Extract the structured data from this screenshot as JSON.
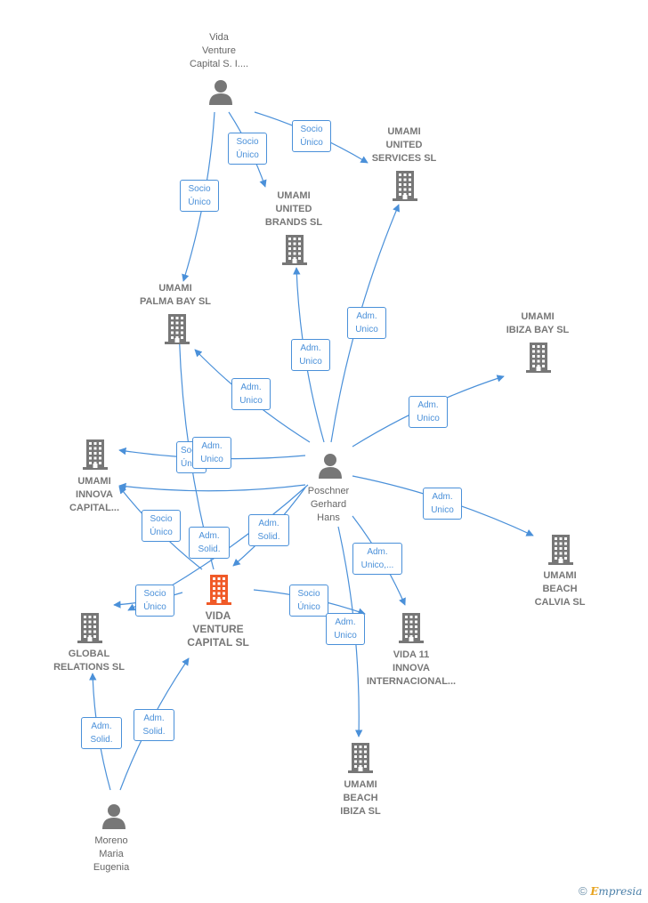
{
  "nodes": {
    "vida_venture_capital_si": {
      "lines": [
        "Vida",
        "Venture",
        "Capital S. I...."
      ],
      "type": "person"
    },
    "umami_united_services": {
      "lines": [
        "UMAMI",
        "UNITED",
        "SERVICES  SL"
      ],
      "type": "company"
    },
    "umami_united_brands": {
      "lines": [
        "UMAMI",
        "UNITED",
        "BRANDS  SL"
      ],
      "type": "company"
    },
    "umami_palma_bay": {
      "lines": [
        "UMAMI",
        "PALMA BAY  SL"
      ],
      "type": "company"
    },
    "umami_ibiza_bay": {
      "lines": [
        "UMAMI",
        "IBIZA BAY  SL"
      ],
      "type": "company"
    },
    "umami_innova_capital": {
      "lines": [
        "UMAMI",
        "INNOVA",
        "CAPITAL..."
      ],
      "type": "company"
    },
    "poschner_gerhard_hans": {
      "lines": [
        "Poschner",
        "Gerhard",
        "Hans"
      ],
      "type": "person"
    },
    "umami_beach_calvia": {
      "lines": [
        "UMAMI",
        "BEACH",
        "CALVIA  SL"
      ],
      "type": "company"
    },
    "vida_venture_capital_sl": {
      "lines": [
        "VIDA",
        "VENTURE",
        "CAPITAL  SL"
      ],
      "type": "main"
    },
    "global_relations": {
      "lines": [
        "GLOBAL",
        "RELATIONS  SL"
      ],
      "type": "company"
    },
    "vida_11_innova": {
      "lines": [
        "VIDA 11",
        "INNOVA",
        "INTERNACIONAL..."
      ],
      "type": "company"
    },
    "umami_beach_ibiza": {
      "lines": [
        "UMAMI",
        "BEACH",
        "IBIZA  SL"
      ],
      "type": "company"
    },
    "moreno_maria_eugenia": {
      "lines": [
        "Moreno",
        "Maria",
        "Eugenia"
      ],
      "type": "person"
    }
  },
  "edge_labels": [
    {
      "lines": [
        "Socio",
        "Único"
      ]
    },
    {
      "lines": [
        "Socio",
        "Único"
      ]
    },
    {
      "lines": [
        "Socio",
        "Único"
      ]
    },
    {
      "lines": [
        "Adm.",
        "Unico"
      ]
    },
    {
      "lines": [
        "Adm.",
        "Unico"
      ]
    },
    {
      "lines": [
        "Adm.",
        "Unico"
      ]
    },
    {
      "lines": [
        "Adm.",
        "Unico"
      ]
    },
    {
      "lines": [
        "Socio",
        "Único"
      ]
    },
    {
      "lines": [
        "Adm.",
        "Unico"
      ]
    },
    {
      "lines": [
        "Socio",
        "Único"
      ]
    },
    {
      "lines": [
        "Adm.",
        "Solid."
      ]
    },
    {
      "lines": [
        "Adm.",
        "Solid."
      ]
    },
    {
      "lines": [
        "Adm.",
        "Unico"
      ]
    },
    {
      "lines": [
        "Adm.",
        "Unico,..."
      ]
    },
    {
      "lines": [
        "Socio",
        "Único"
      ]
    },
    {
      "lines": [
        "Socio",
        "Único"
      ]
    },
    {
      "lines": [
        "Adm.",
        "Unico"
      ]
    },
    {
      "lines": [
        "Adm.",
        "Solid."
      ]
    },
    {
      "lines": [
        "Adm.",
        "Solid."
      ]
    }
  ],
  "colors": {
    "edge": "#4a90d9",
    "icon": "#777777",
    "main_icon": "#f05a28"
  },
  "copyright": {
    "symbol": "©",
    "brand_first": "E",
    "brand_rest": "mpresia"
  }
}
